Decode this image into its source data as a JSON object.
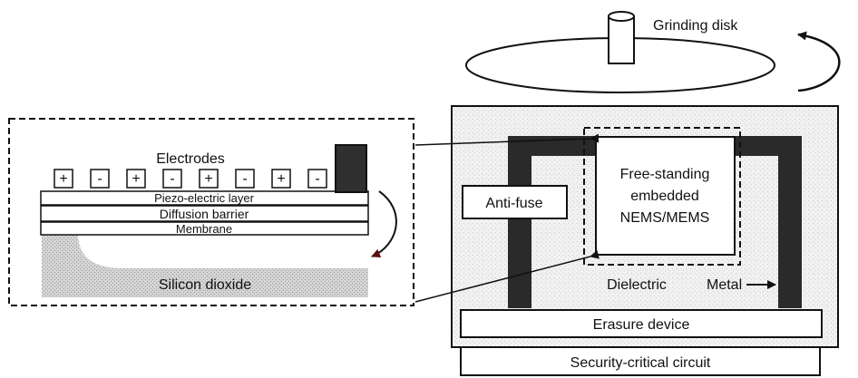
{
  "grinding_disk_label": "Grinding disk",
  "electrodes_label": "Electrodes",
  "electrode_signs": [
    "+",
    "-",
    "+",
    "-",
    "+",
    "-",
    "+",
    "-"
  ],
  "layers": {
    "piezo": "Piezo-electric layer",
    "diffusion": "Diffusion barrier",
    "membrane": "Membrane",
    "oxide": "Silicon dioxide"
  },
  "anti_fuse_label": "Anti-fuse",
  "mems_label_lines": [
    "Free-standing",
    "embedded",
    "NEMS/MEMS"
  ],
  "dielectric_label": "Dielectric",
  "metal_label": "Metal",
  "erasure_label": "Erasure device",
  "security_label": "Security-critical circuit"
}
